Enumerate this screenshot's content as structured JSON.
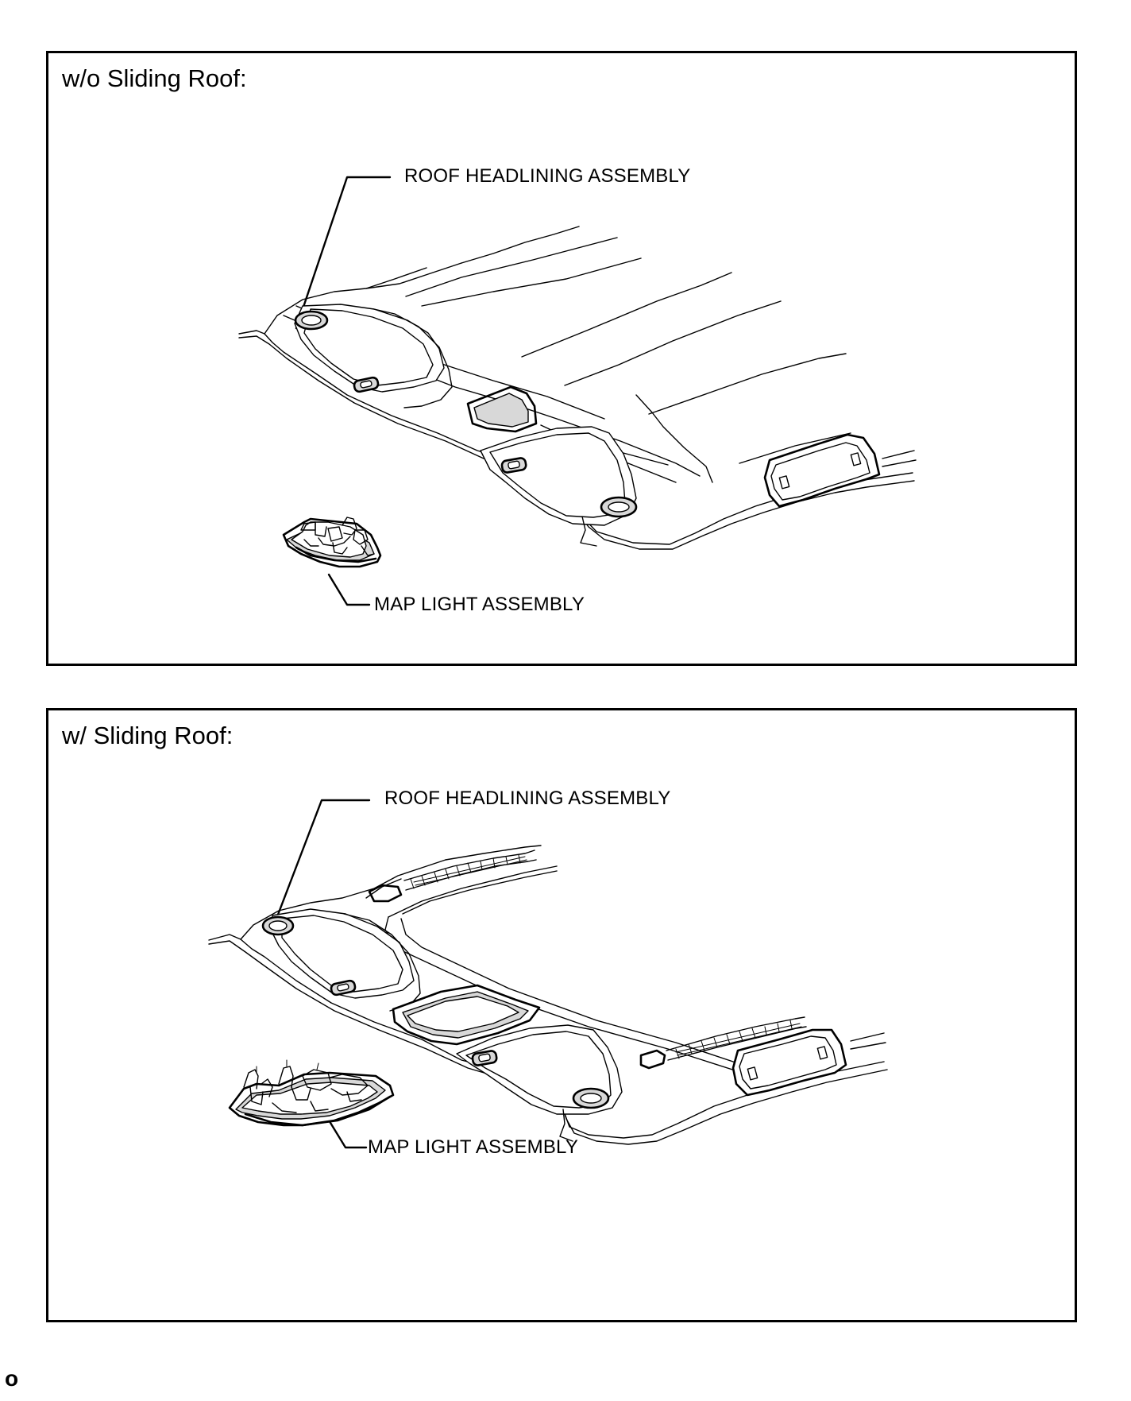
{
  "panels": [
    {
      "title": "w/o Sliding Roof:",
      "headlining_label": "ROOF HEADLINING ASSEMBLY",
      "map_light_label": "MAP LIGHT ASSEMBLY"
    },
    {
      "title": "w/ Sliding Roof:",
      "headlining_label": "ROOF HEADLINING ASSEMBLY",
      "map_light_label": "MAP LIGHT ASSEMBLY"
    }
  ],
  "page_code": "o",
  "icons": [
    "roof-headlining-drawing",
    "map-light-drawing",
    "sliding-roof-headlining-drawing",
    "sliding-roof-map-light-drawing"
  ]
}
